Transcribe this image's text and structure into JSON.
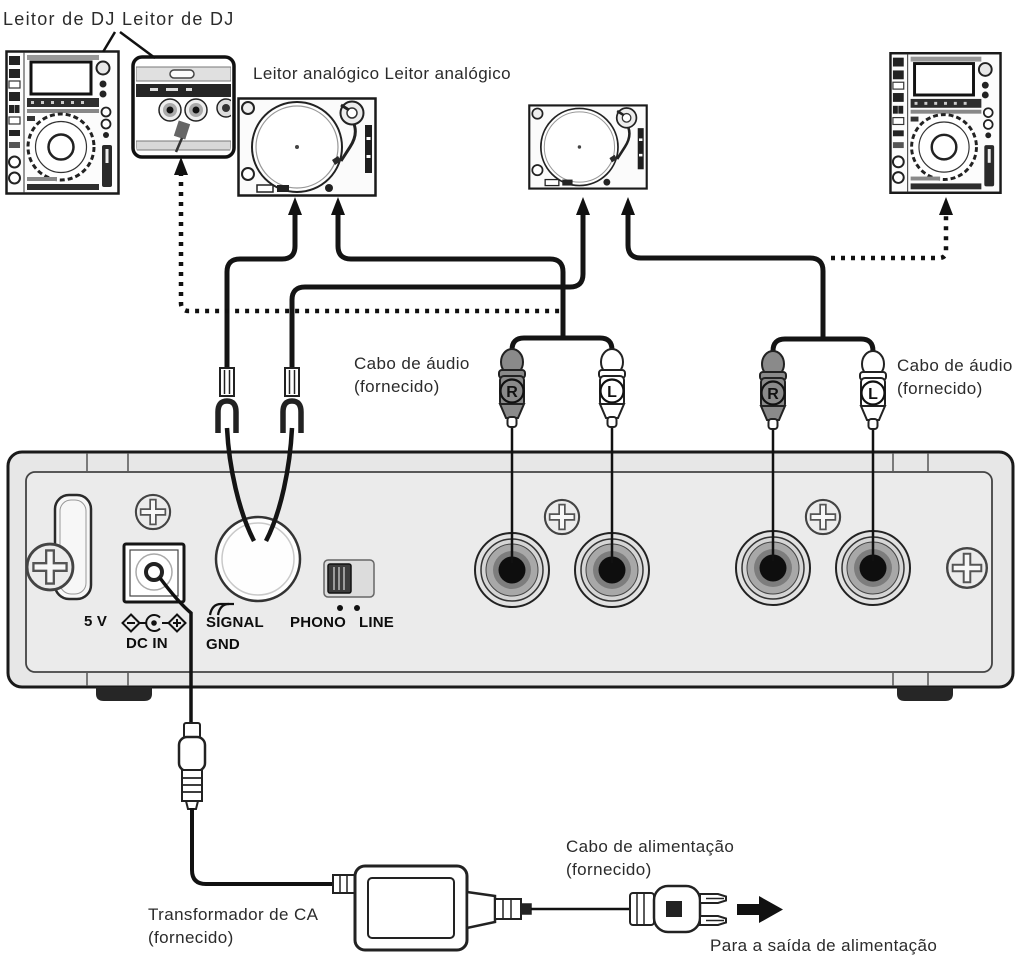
{
  "labels": {
    "dj_player": "Leitor de DJ Leitor de DJ",
    "analog_player": "Leitor analógico Leitor analógico",
    "audio_cable_left": {
      "line1": "Cabo de áudio",
      "line2": "(fornecido)"
    },
    "audio_cable_right": {
      "line1": "Cabo de áudio",
      "line2": "(fornecido)"
    },
    "ac_adapter": {
      "line1": "Transformador de CA",
      "line2": "(fornecido)"
    },
    "power_cord": {
      "line1": "Cabo de alimentação",
      "line2": "(fornecido)"
    },
    "power_outlet": "Para a saída de alimentação"
  },
  "panel": {
    "voltage": "5 V",
    "dc_in": "DC IN",
    "signal": "SIGNAL",
    "gnd": "GND",
    "phono": "PHONO",
    "line": "LINE"
  },
  "connector_letters": {
    "right": "R",
    "left": "L"
  },
  "colors": {
    "background": "#ffffff",
    "line_art": "#1a1a1a",
    "panel_fill": "#e8e8e8",
    "connector_r": "#8a8a8a",
    "connector_l": "#ffffff"
  }
}
